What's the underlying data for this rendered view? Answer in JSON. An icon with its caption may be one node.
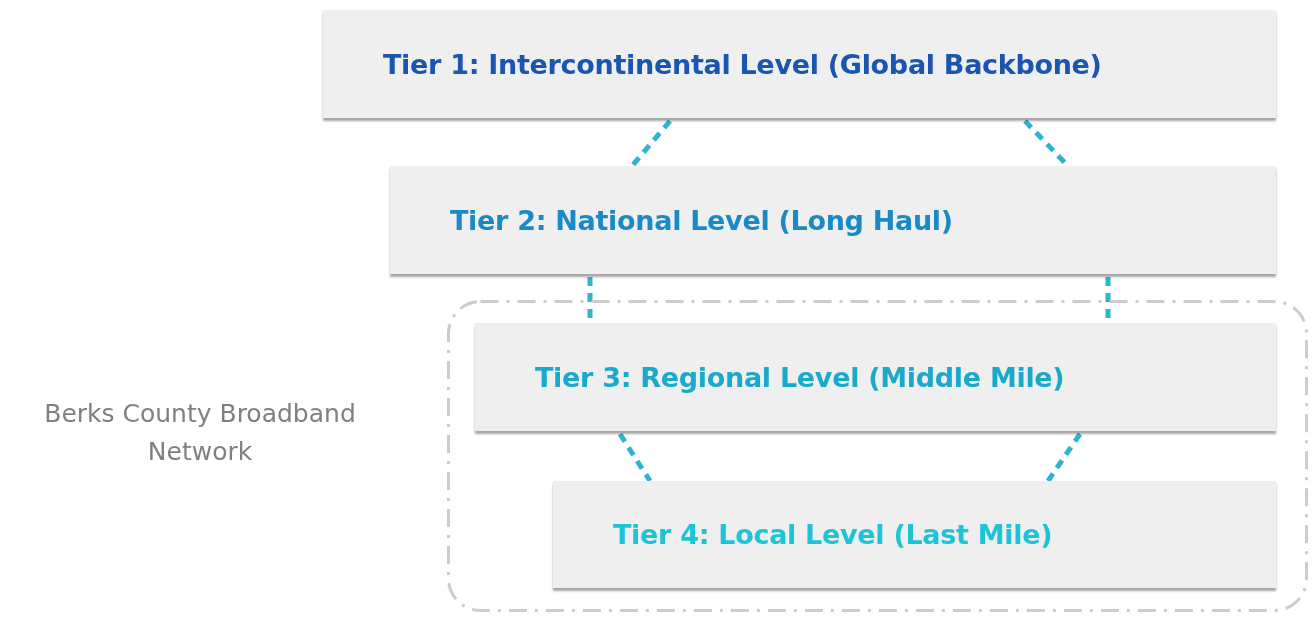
{
  "diagram": {
    "nodes": [
      {
        "text": [
          "Tier 1: Intercontinental Level (Global Backbone)"
        ]
      },
      {
        "text": [
          "Tier 2: National Level (Long Haul)"
        ]
      },
      {
        "text": [
          "Berks County Broadband Network"
        ]
      },
      {
        "text": [
          "Tier 3: Regional Level (Middle Mile)"
        ],
        "in": 2
      },
      {
        "text": [
          "Tier 4: Local Level (Last Mile)"
        ],
        "in": 2
      }
    ],
    "edges": [
      {
        "from": 0,
        "to": 1,
        "arrow": "none",
        "style": "dashed"
      },
      {
        "from": 0,
        "to": 1,
        "arrow": "none",
        "style": "dashed"
      },
      {
        "from": 1,
        "to": 3,
        "arrow": "none",
        "style": "dashed"
      },
      {
        "from": 1,
        "to": 3,
        "arrow": "none",
        "style": "dashed"
      },
      {
        "from": 3,
        "to": 4,
        "arrow": "none",
        "style": "dashed"
      },
      {
        "from": 3,
        "to": 4,
        "arrow": "none",
        "style": "dashed"
      }
    ]
  }
}
